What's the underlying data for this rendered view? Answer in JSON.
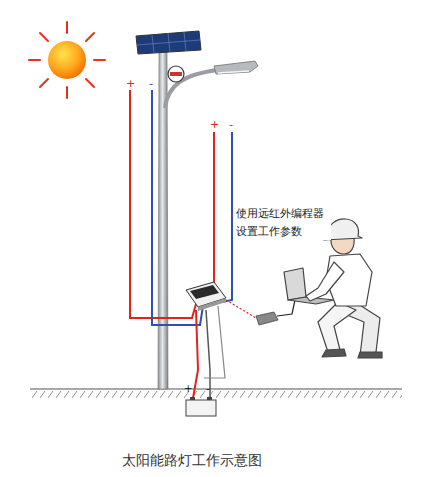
{
  "diagram": {
    "caption": "太阳能路灯工作示意图",
    "labels": [
      "+",
      "-",
      "+",
      "-",
      "使用远红外编程器 设置工作参数",
      "+",
      "-"
    ]
  }
}
